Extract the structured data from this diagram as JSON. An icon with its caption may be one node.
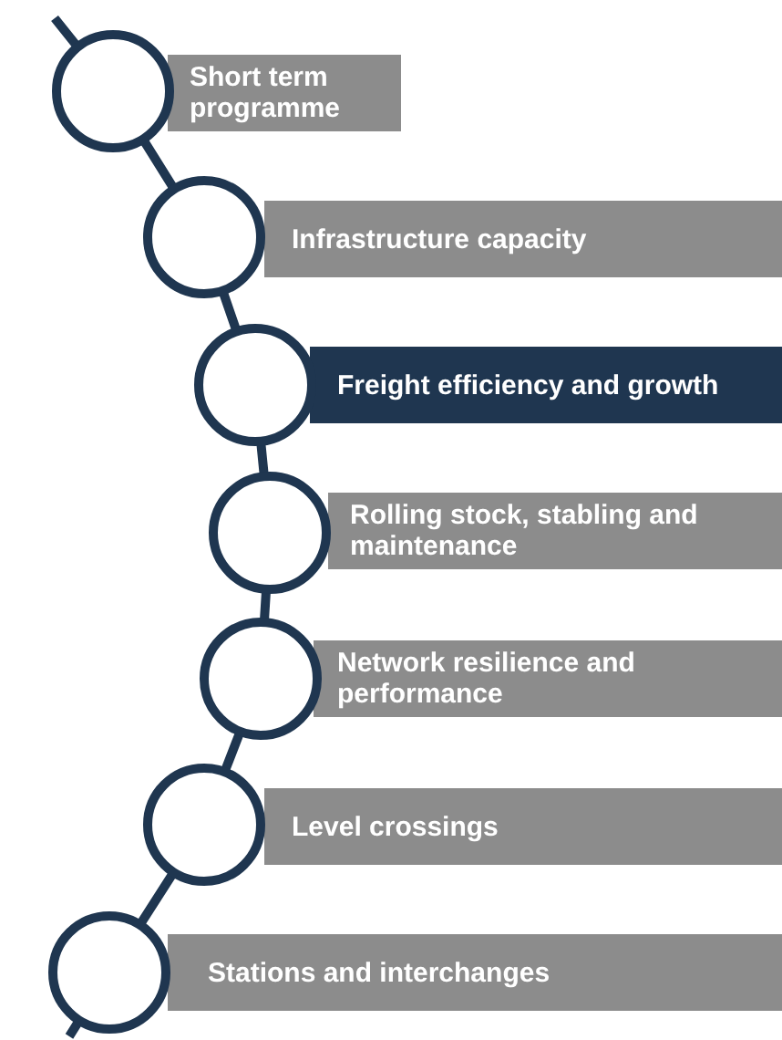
{
  "diagram": {
    "nodes": [
      {
        "text": [
          "Short term programme"
        ]
      },
      {
        "text": [
          "Infrastructure capacity"
        ]
      },
      {
        "text": [
          "Freight efficiency and growth"
        ]
      },
      {
        "text": [
          "Rolling stock, stabling and maintenance"
        ]
      },
      {
        "text": [
          "Network resilience and performance"
        ]
      },
      {
        "text": [
          "Level crossings"
        ]
      },
      {
        "text": [
          "Stations and interchanges"
        ]
      }
    ]
  }
}
